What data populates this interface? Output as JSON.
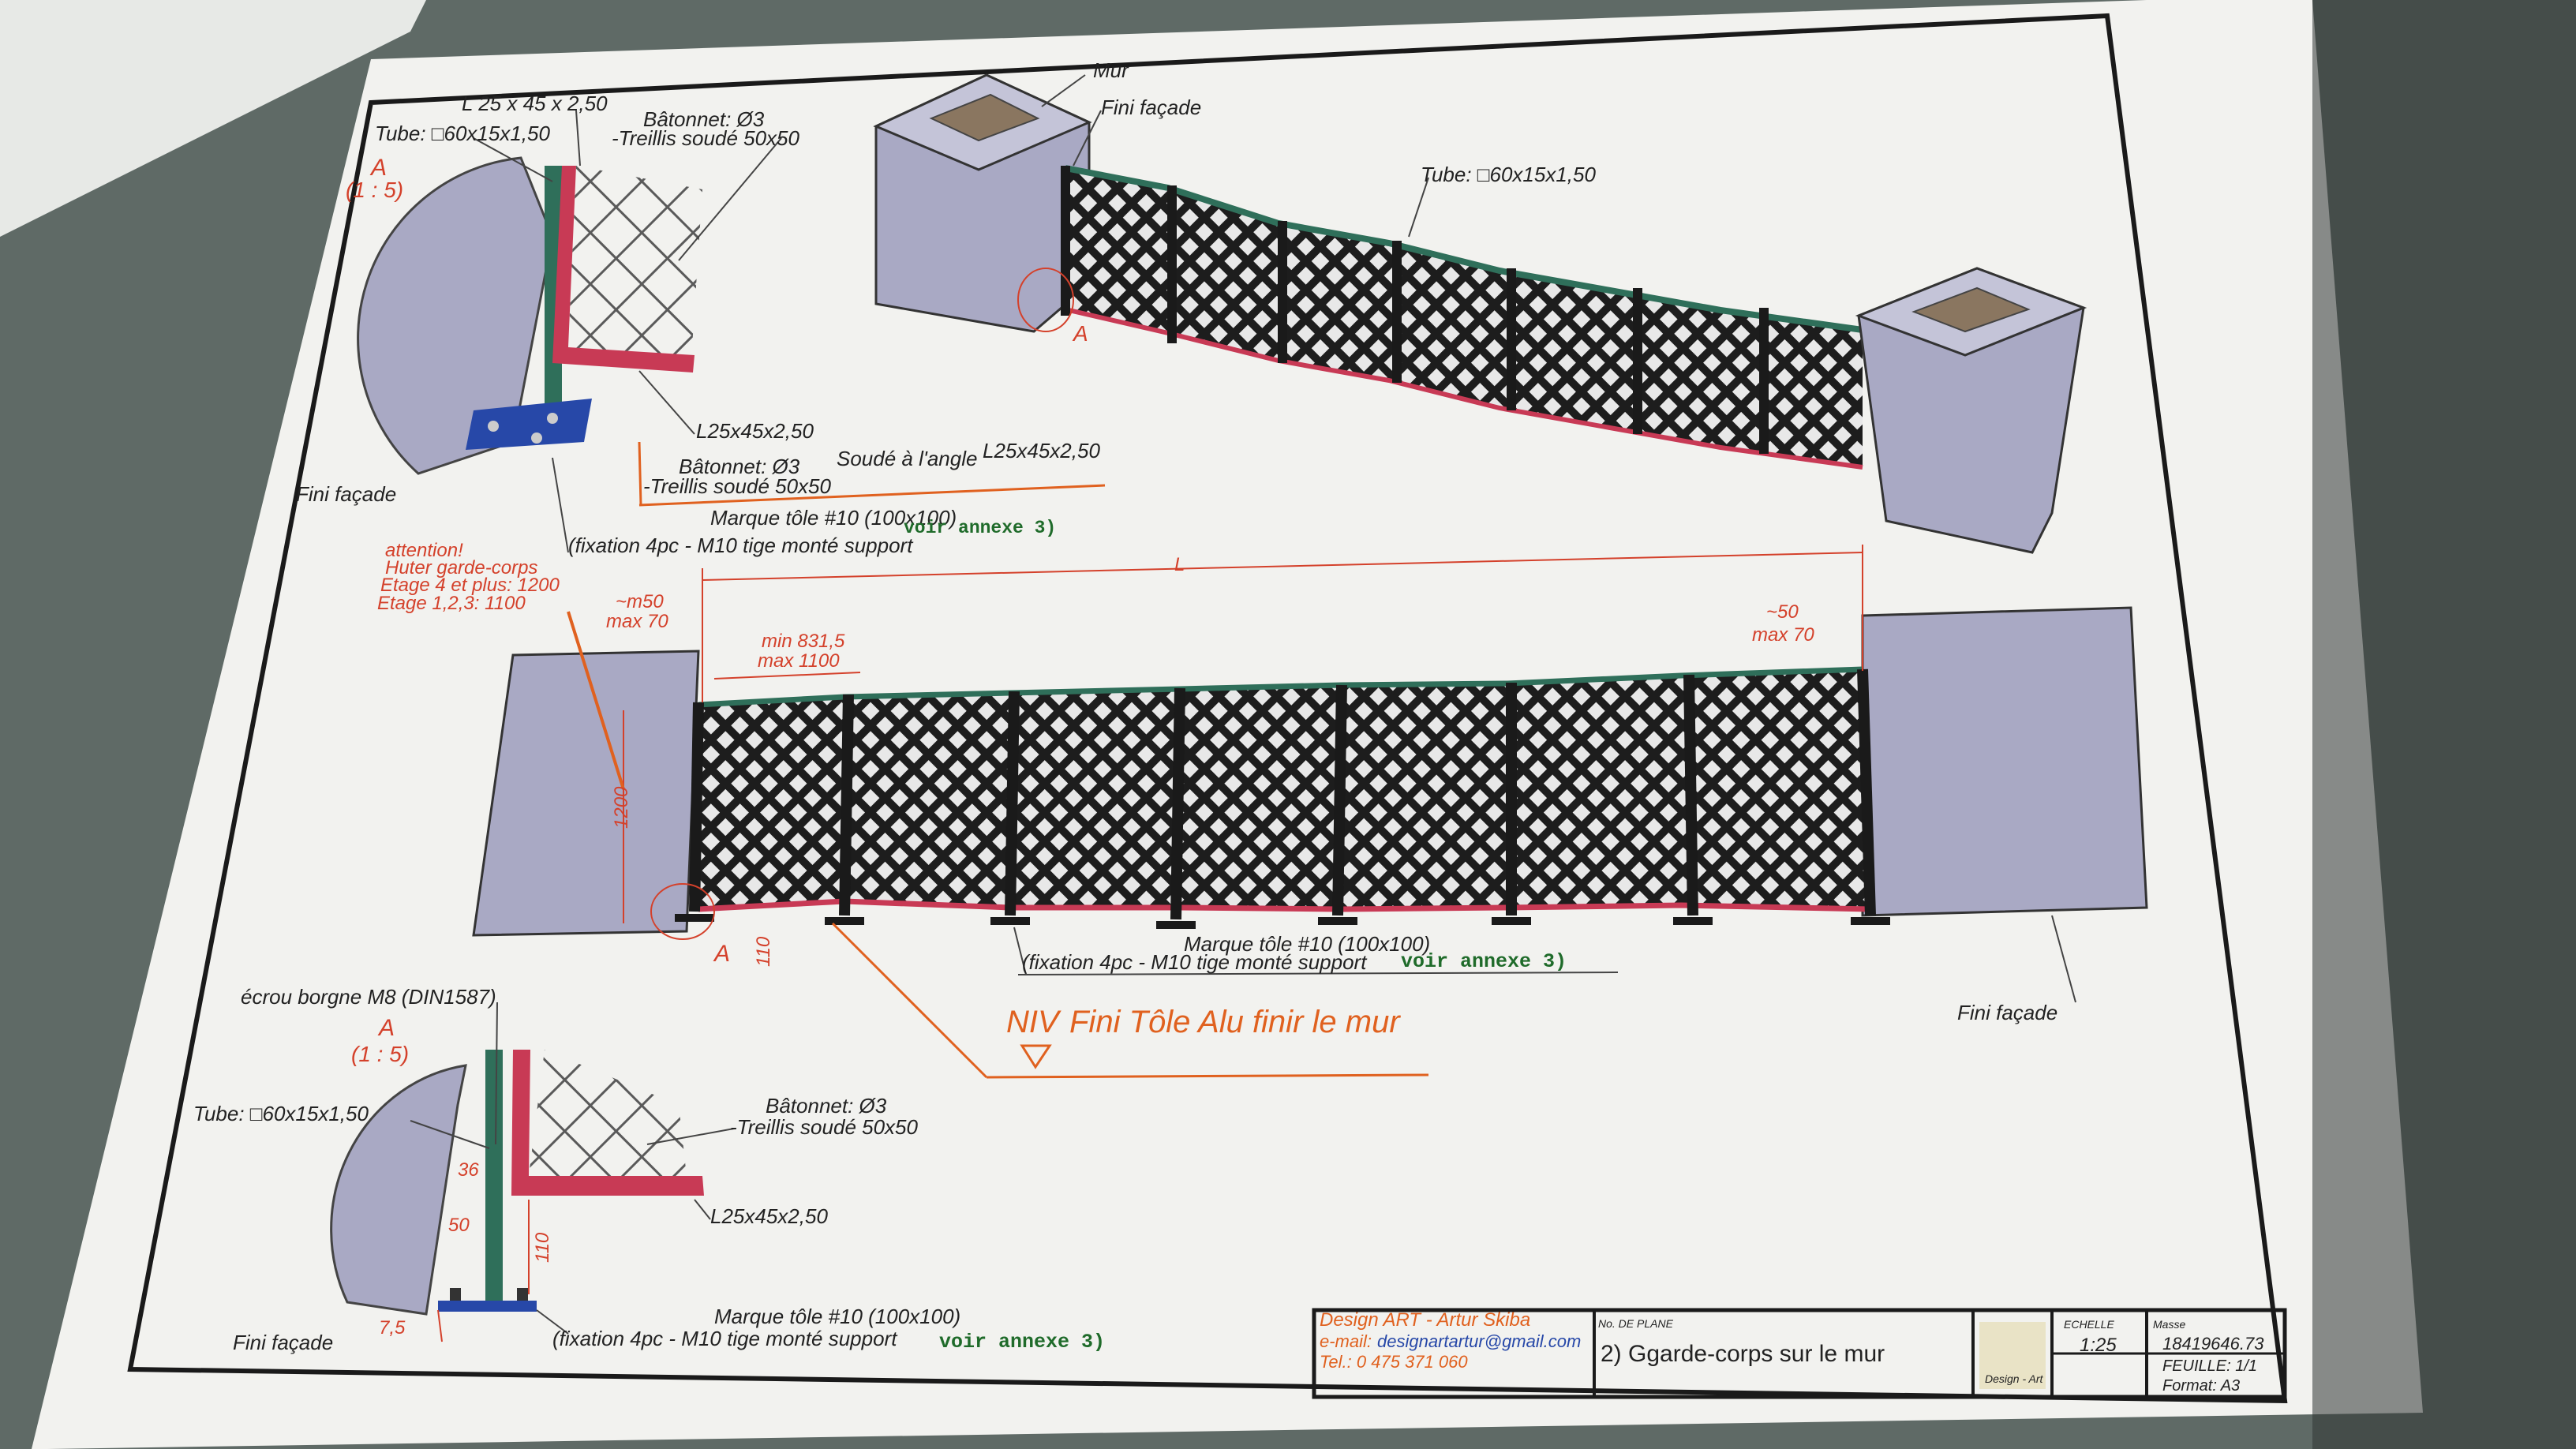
{
  "colors": {
    "desk": "#5f6a66",
    "paper": "#f2f2ef",
    "wall": "#a9a9c4",
    "frame_red": "#c83a55",
    "tube_green": "#2f6f5a",
    "plate_blue": "#2748a8",
    "mesh": "#1d1d1d",
    "dim_red": "#d4412b",
    "accent_orange": "#e0611f"
  },
  "detail_top": {
    "marker": "A",
    "scale": "(1 : 5)",
    "l_profile_top": "L 25 x 45 x 2,50",
    "tube": "Tube: □60x15x1,50",
    "baton_1": "Bâtonnet: Ø3",
    "baton_2": "-Treillis soudé 50x50",
    "l_profile": "L25x45x2,50",
    "baton2_1": "Bâtonnet: Ø3",
    "baton2_2": "-Treillis soudé 50x50",
    "weld": "Soudé à l'angle",
    "weld_profile": "L25x45x2,50",
    "facade": "Fini façade",
    "plate": "Marque tôle #10 (100x100)",
    "fixation": "(fixation 4pc - M10 tige monté support",
    "annex": "voir annexe 3)"
  },
  "iso_view": {
    "wall": "Mur",
    "facade": "Fini façade",
    "tube": "Tube: □60x15x1,50",
    "marker": "A"
  },
  "elevation": {
    "attention_1": "attention!",
    "attention_2": "Huter garde-corps",
    "attention_3": "Etage 4 et plus: 1200",
    "attention_4": "Etage 1,2,3: 1100",
    "gap_left_1": "~m50",
    "gap_left_2": "max 70",
    "length": "L",
    "panel_1": "min 831,5",
    "panel_2": "max 1100",
    "gap_right_1": "~50",
    "gap_right_2": "max 70",
    "height": "1200",
    "marker": "A",
    "bottom_gap": "110",
    "plate": "Marque tôle #10 (100x100)",
    "fixation": "(fixation 4pc - M10 tige monté support",
    "annex": "voir annexe 3)",
    "niv": "NIV",
    "niv_note": "Fini Tôle Alu finir le mur",
    "facade": "Fini façade"
  },
  "detail_bottom": {
    "nut": "écrou borgne M8 (DIN1587)",
    "marker": "A",
    "scale": "(1 : 5)",
    "tube": "Tube: □60x15x1,50",
    "baton_1": "Bâtonnet: Ø3",
    "baton_2": "-Treillis soudé 50x50",
    "l_profile": "L25x45x2,50",
    "dim_36": "36",
    "dim_50": "50",
    "dim_110": "110",
    "dim_75": "7,5",
    "facade": "Fini façade",
    "plate": "Marque tôle #10 (100x100)",
    "fixation": "(fixation 4pc - M10 tige monté support",
    "annex": "voir annexe 3)"
  },
  "title_block": {
    "company": "Design ART - Artur Skiba",
    "email_label": "e-mail:",
    "email": "designartartur@gmail.com",
    "tel": "Tel.: 0 475 371 060",
    "plan_no_label": "No. DE PLANE",
    "plan_title": "2) Ggarde-corps sur le mur",
    "scale_label": "ECHELLE",
    "scale": "1:25",
    "mass_label": "Masse",
    "mass": "18419646.73",
    "sheet": "FEUILLE: 1/1",
    "format": "Format: A3",
    "logo_text": "Design - Art"
  }
}
